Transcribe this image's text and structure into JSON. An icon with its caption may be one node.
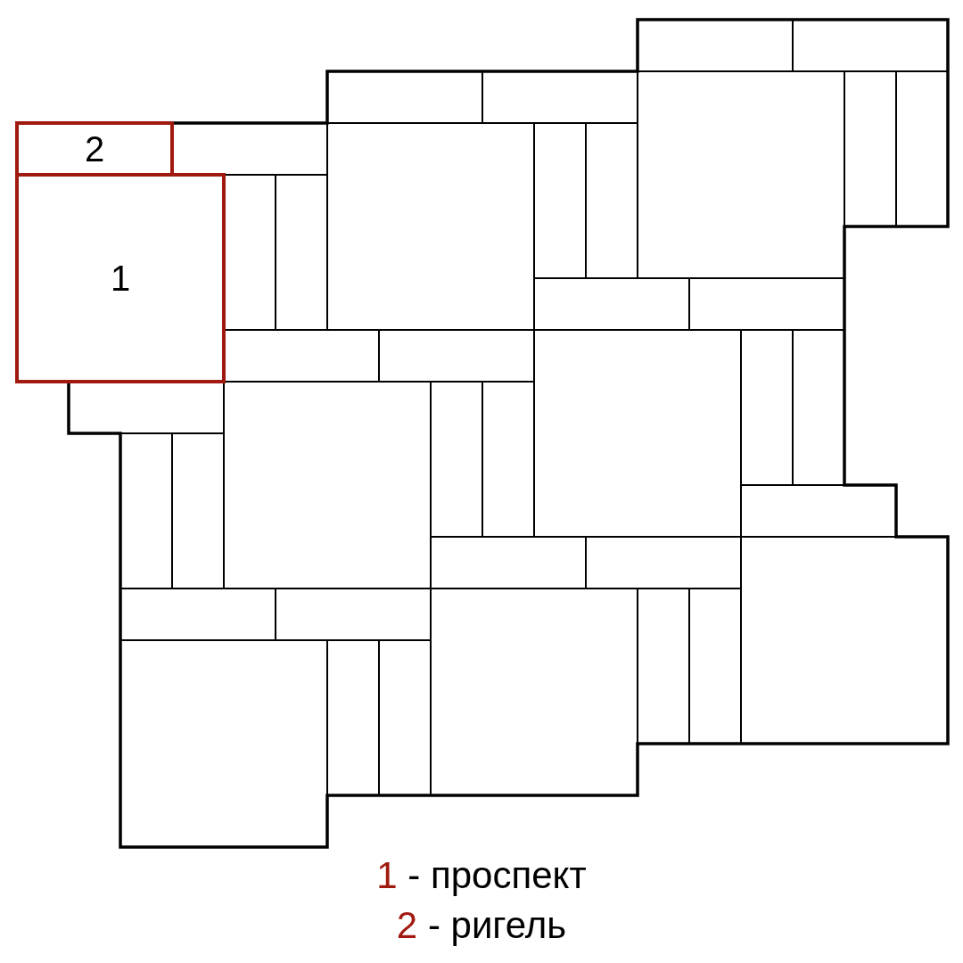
{
  "diagram": {
    "nodes": [
      {
        "text": [
          "2"
        ]
      },
      {
        "text": [
          "1"
        ]
      }
    ],
    "edges": [],
    "labels": [
      "1 - проспект",
      "2 - ригель"
    ]
  }
}
